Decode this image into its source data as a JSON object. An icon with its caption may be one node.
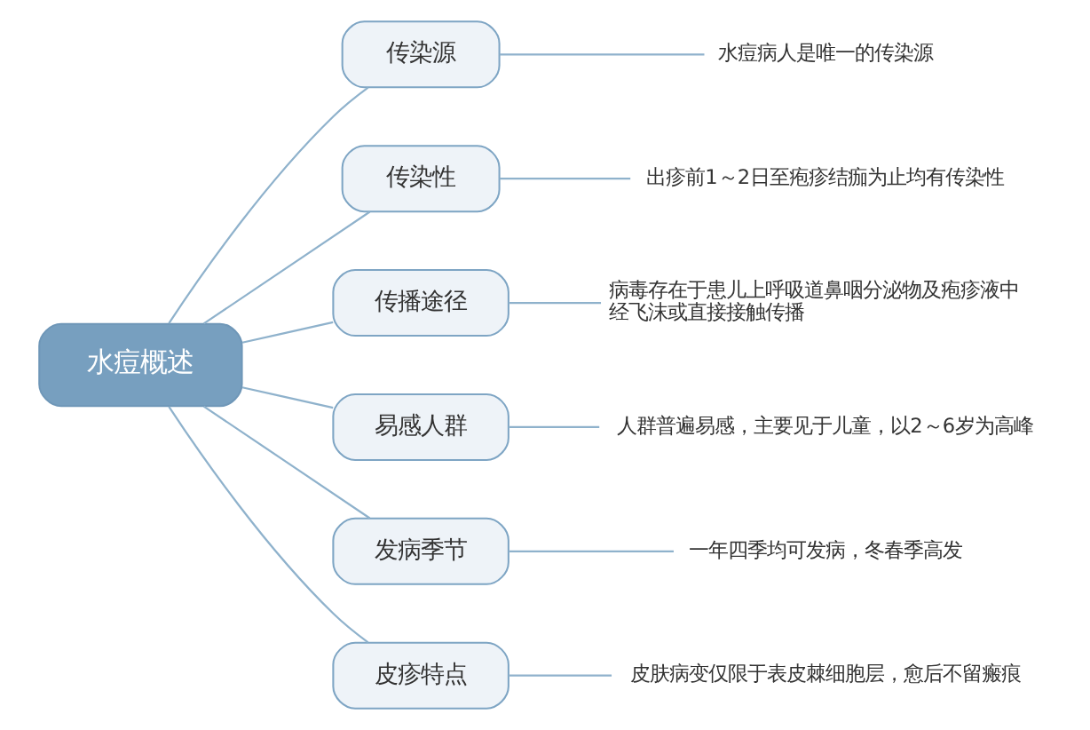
{
  "diagram": {
    "nodes": [
      {
        "text": [
          "水痘概述"
        ]
      },
      {
        "text": [
          "传染源"
        ]
      },
      {
        "text": [
          "水痘病人是唯一的传染源"
        ]
      },
      {
        "text": [
          "传染性"
        ]
      },
      {
        "text": [
          "出疹前1～2日至疱疹结痂为止均有传染性"
        ]
      },
      {
        "text": [
          "传播途径"
        ]
      },
      {
        "text": [
          "病毒存在于患儿上呼吸道鼻咽分泌物及疱疹液中经飞沫或直接接触传播"
        ]
      },
      {
        "text": [
          "易感人群"
        ]
      },
      {
        "text": [
          "人群普遍易感，主要见于儿童，以2～6岁为高峰"
        ]
      },
      {
        "text": [
          "发病季节"
        ]
      },
      {
        "text": [
          "一年四季均可发病，冬春季高发"
        ]
      },
      {
        "text": [
          "皮疹特点"
        ]
      },
      {
        "text": [
          "皮肤病变仅限于表皮棘细胞层，愈后不留瘢痕"
        ]
      }
    ],
    "edges": [
      {
        "from": 0,
        "to": 1,
        "arrow": "none"
      },
      {
        "from": 1,
        "to": 2,
        "arrow": "none"
      },
      {
        "from": 0,
        "to": 3,
        "arrow": "none"
      },
      {
        "from": 3,
        "to": 4,
        "arrow": "none"
      },
      {
        "from": 0,
        "to": 5,
        "arrow": "none"
      },
      {
        "from": 5,
        "to": 6,
        "arrow": "none"
      },
      {
        "from": 0,
        "to": 7,
        "arrow": "none"
      },
      {
        "from": 7,
        "to": 8,
        "arrow": "none"
      },
      {
        "from": 0,
        "to": 9,
        "arrow": "none"
      },
      {
        "from": 9,
        "to": 10,
        "arrow": "none"
      },
      {
        "from": 0,
        "to": 11,
        "arrow": "none"
      },
      {
        "from": 11,
        "to": 12,
        "arrow": "none"
      }
    ]
  }
}
